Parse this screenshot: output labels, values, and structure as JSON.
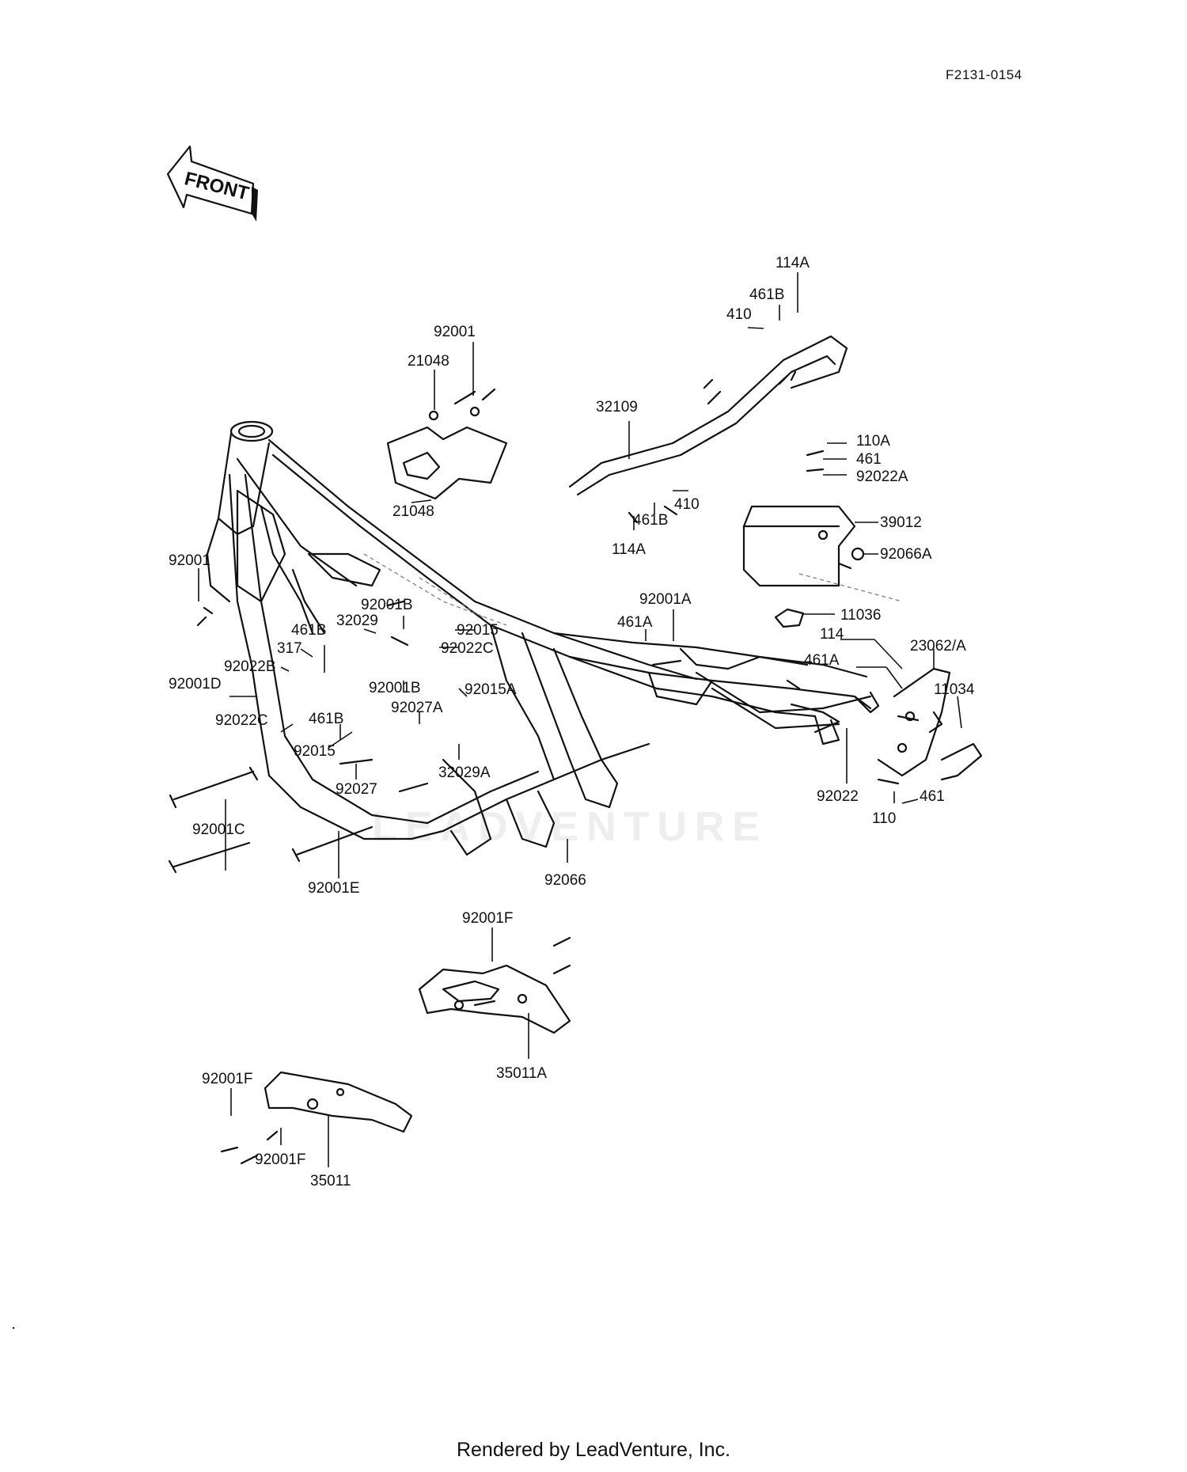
{
  "drawing_ref": "F2131-0154",
  "front_arrow_label": "FRONT",
  "watermark": "LEADVENTURE",
  "footer": "Rendered by LeadVenture, Inc.",
  "labels": [
    "92001",
    "21048",
    "21048",
    "32109",
    "114A",
    "461B",
    "410",
    "410",
    "461B",
    "114A",
    "110A",
    "461",
    "92022A",
    "39012",
    "92066A",
    "11036",
    "92001A",
    "461A",
    "114",
    "23062/A",
    "461A",
    "11034",
    "92022",
    "461",
    "110",
    "92001",
    "92001B",
    "92015",
    "461B",
    "32029",
    "92022C",
    "317",
    "92022B",
    "92001B",
    "92015A",
    "92001D",
    "92027A",
    "461B",
    "92022C",
    "92015",
    "32029A",
    "92027",
    "92001C",
    "92001E",
    "92066",
    "92001F",
    "35011A",
    "92001F",
    "92001F",
    "35011"
  ]
}
